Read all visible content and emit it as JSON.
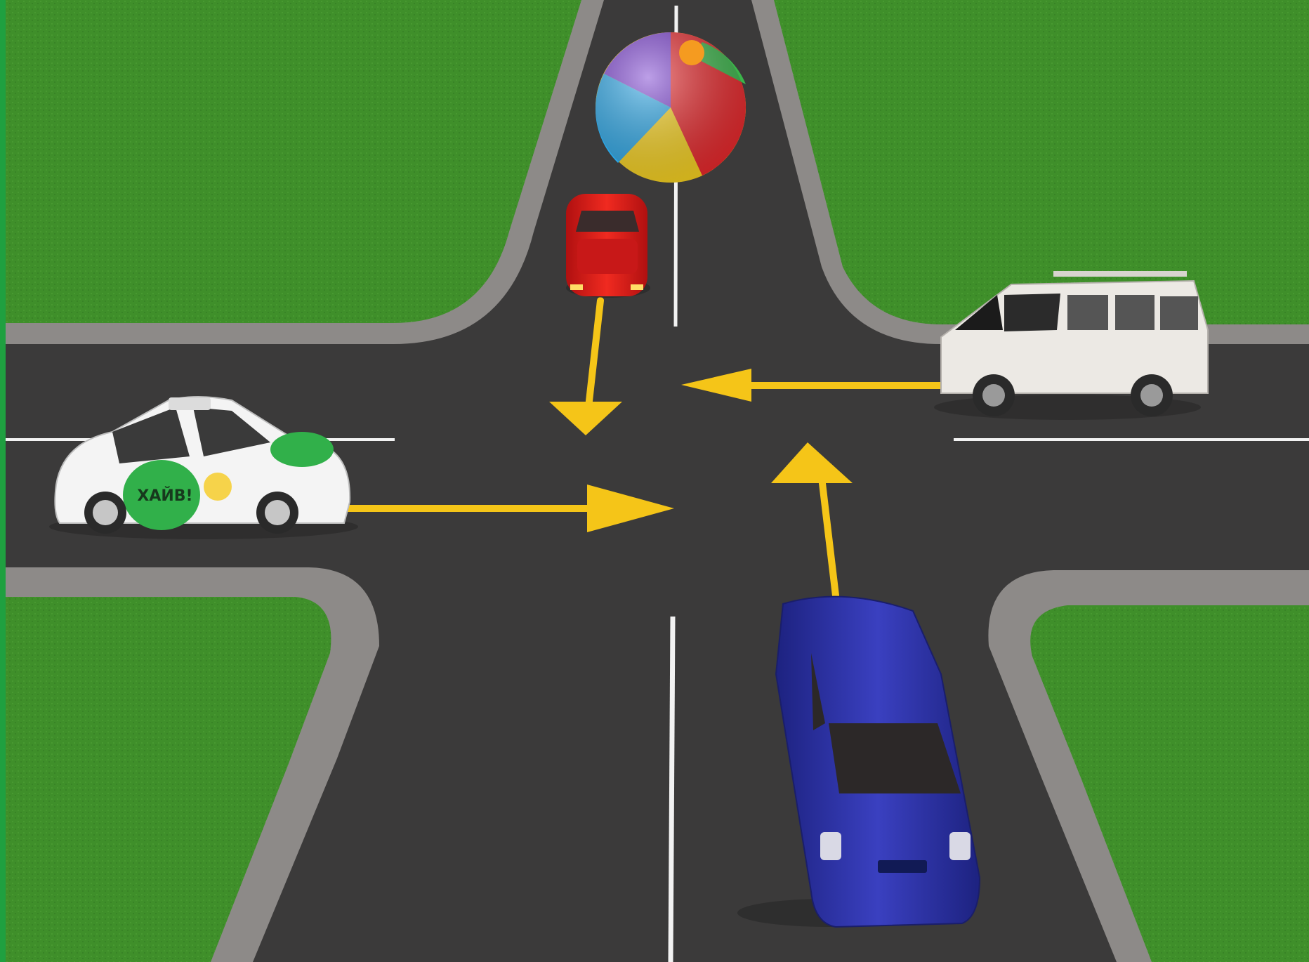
{
  "scene": {
    "type": "intersection-traffic-puzzle",
    "colors": {
      "grass": "#3f8f2a",
      "asphalt": "#3b3a3a",
      "sidewalk": "#8d8a88",
      "curb": "#b8b4b0",
      "lane_marking": "#f2f2f2",
      "arrow": "#f5c518",
      "frame_top": "#e0601c",
      "frame_left": "#1fa040"
    },
    "objects": [
      {
        "name": "beach-ball",
        "kind": "ball",
        "colors": [
          "#e8262a",
          "#f8d21e",
          "#2aa7e8",
          "#7a3fd0",
          "#3bb54a",
          "#f59b20"
        ]
      },
      {
        "name": "red-car",
        "kind": "car",
        "heading": "down",
        "color": "#e01c18"
      },
      {
        "name": "white-suv",
        "kind": "suv",
        "heading": "left",
        "color": "#ece9e4"
      },
      {
        "name": "taxi-car",
        "kind": "car",
        "heading": "right",
        "color": "#f4f4f4",
        "accent": "#31b04a"
      },
      {
        "name": "blue-car",
        "kind": "car",
        "heading": "up",
        "color": "#2a2f9c"
      }
    ],
    "taxi_logo_text": "ХАЙВ!",
    "arrows": [
      {
        "name": "red-car-arrow",
        "direction": "down"
      },
      {
        "name": "suv-arrow",
        "direction": "left"
      },
      {
        "name": "taxi-arrow",
        "direction": "right"
      },
      {
        "name": "blue-car-arrow",
        "direction": "up"
      }
    ]
  }
}
